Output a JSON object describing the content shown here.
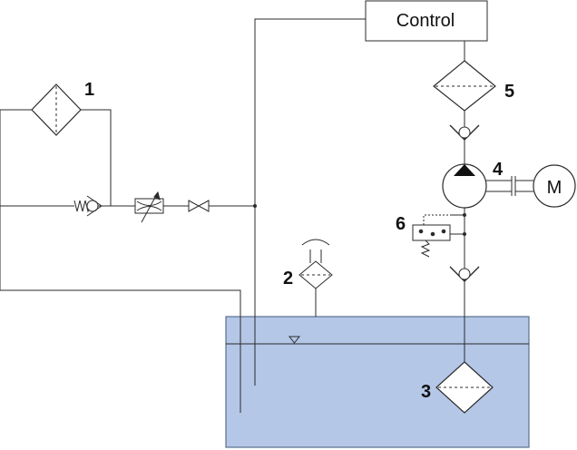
{
  "control_box": {
    "label": "Control"
  },
  "motor": {
    "label": "M"
  },
  "callouts": [
    "1",
    "2",
    "3",
    "4",
    "5",
    "6"
  ],
  "colors": {
    "line": "#2b2b2b",
    "tank_fill": "#b4c7e7",
    "tank_stroke": "#5a6f8c",
    "component_fill": "#ffffff"
  },
  "icons": {
    "filter": "filter-diamond-icon",
    "check_valve": "check-valve-icon",
    "throttle": "adjustable-throttle-icon",
    "shutoff": "shutoff-valve-icon",
    "pump": "pump-icon",
    "coupling": "coupling-icon",
    "motor": "motor-icon",
    "relief_valve": "relief-valve-icon",
    "breather": "breather-icon",
    "level": "fluid-level-icon"
  }
}
